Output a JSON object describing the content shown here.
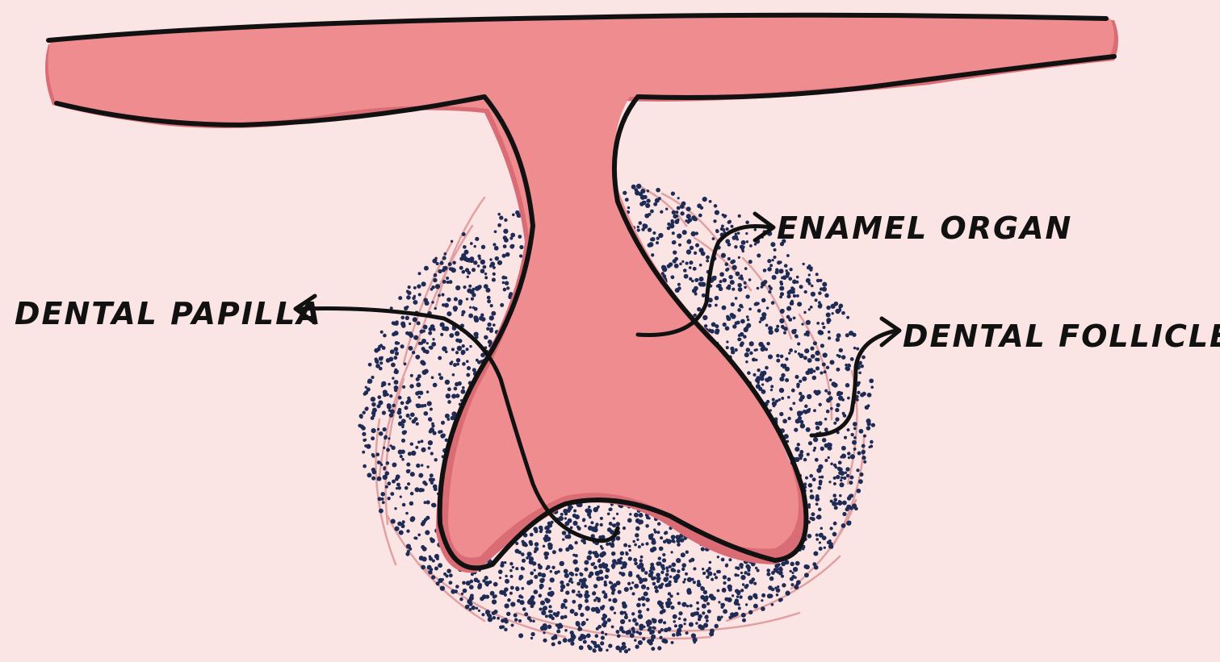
{
  "labels": {
    "enamel_organ": "ENAMEL ORGAN",
    "dental_papilla": "DENTAL PAPILLA",
    "dental_follicle": "DENTAL FOLLICLE"
  },
  "colors": {
    "background": "#fbe5e4",
    "epithelium": "#ee8c90",
    "epithelium_shadow": "#d96c74",
    "outline": "#111111",
    "cells": "#1e2b55",
    "follicle_fibers": "#d98a8c"
  }
}
